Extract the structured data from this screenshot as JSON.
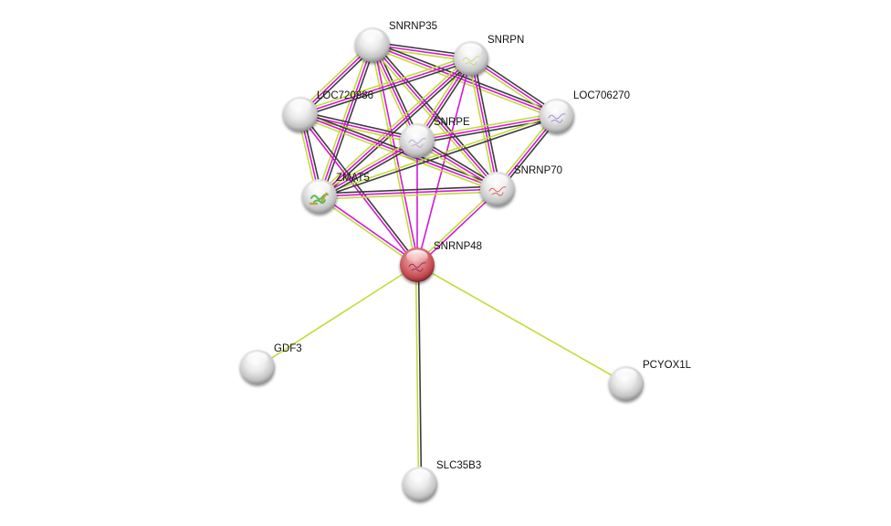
{
  "diagram": {
    "type": "protein-interaction-network",
    "edge_colors": {
      "coexpression": "#3c3c3c",
      "experiments": "#d418d4",
      "textmining": "#c2dc3a"
    },
    "node_colors": {
      "query": "#d46a6e",
      "default": "#e6e6e6"
    },
    "nodes": [
      {
        "id": "SNRNP35",
        "label": "SNRNP35",
        "query": false,
        "structure": false
      },
      {
        "id": "SNRPN",
        "label": "SNRPN",
        "query": false,
        "structure": true,
        "structure_color": "#c8d46a"
      },
      {
        "id": "LOC720986",
        "label": "LOC720986",
        "query": false,
        "structure": false
      },
      {
        "id": "LOC706270",
        "label": "LOC706270",
        "query": false,
        "structure": true,
        "structure_color": "#9a7ac8"
      },
      {
        "id": "SNRPE",
        "label": "SNRPE",
        "query": false,
        "structure": true,
        "structure_color": "#b09ad0"
      },
      {
        "id": "ZMAT5",
        "label": "ZMAT5",
        "query": false,
        "structure": true,
        "structure_color": "#3cb43c"
      },
      {
        "id": "SNRNP70",
        "label": "SNRNP70",
        "query": false,
        "structure": true,
        "structure_color": "#d84a4a"
      },
      {
        "id": "SNRNP48",
        "label": "SNRNP48",
        "query": true,
        "structure": true,
        "structure_color": "#8a2050"
      },
      {
        "id": "GDF3",
        "label": "GDF3",
        "query": false,
        "structure": false
      },
      {
        "id": "PCYOX1L",
        "label": "PCYOX1L",
        "query": false,
        "structure": false
      },
      {
        "id": "SLC35B3",
        "label": "SLC35B3",
        "query": false,
        "structure": false
      }
    ],
    "edges": [
      {
        "a": "SNRNP35",
        "b": "SNRPN",
        "types": [
          "coexpression",
          "experiments",
          "textmining"
        ]
      },
      {
        "a": "SNRNP35",
        "b": "LOC720986",
        "types": [
          "coexpression",
          "experiments",
          "textmining"
        ]
      },
      {
        "a": "SNRNP35",
        "b": "LOC706270",
        "types": [
          "coexpression",
          "experiments",
          "textmining"
        ]
      },
      {
        "a": "SNRNP35",
        "b": "SNRPE",
        "types": [
          "coexpression",
          "experiments",
          "textmining"
        ]
      },
      {
        "a": "SNRNP35",
        "b": "ZMAT5",
        "types": [
          "coexpression",
          "experiments",
          "textmining"
        ]
      },
      {
        "a": "SNRNP35",
        "b": "SNRNP70",
        "types": [
          "coexpression",
          "experiments",
          "textmining"
        ]
      },
      {
        "a": "SNRNP35",
        "b": "SNRNP48",
        "types": [
          "experiments",
          "textmining"
        ]
      },
      {
        "a": "SNRPN",
        "b": "LOC720986",
        "types": [
          "coexpression",
          "experiments",
          "textmining"
        ]
      },
      {
        "a": "SNRPN",
        "b": "LOC706270",
        "types": [
          "coexpression",
          "experiments",
          "textmining"
        ]
      },
      {
        "a": "SNRPN",
        "b": "SNRPE",
        "types": [
          "coexpression",
          "experiments",
          "textmining"
        ]
      },
      {
        "a": "SNRPN",
        "b": "ZMAT5",
        "types": [
          "coexpression",
          "experiments",
          "textmining"
        ]
      },
      {
        "a": "SNRPN",
        "b": "SNRNP70",
        "types": [
          "coexpression",
          "experiments",
          "textmining"
        ]
      },
      {
        "a": "SNRPN",
        "b": "SNRNP48",
        "types": [
          "experiments"
        ]
      },
      {
        "a": "LOC720986",
        "b": "SNRPE",
        "types": [
          "coexpression",
          "experiments",
          "textmining"
        ]
      },
      {
        "a": "LOC720986",
        "b": "ZMAT5",
        "types": [
          "coexpression",
          "experiments",
          "textmining"
        ]
      },
      {
        "a": "LOC720986",
        "b": "SNRNP70",
        "types": [
          "coexpression",
          "experiments",
          "textmining"
        ]
      },
      {
        "a": "LOC720986",
        "b": "SNRNP48",
        "types": [
          "coexpression",
          "experiments"
        ]
      },
      {
        "a": "LOC706270",
        "b": "SNRPE",
        "types": [
          "coexpression",
          "experiments",
          "textmining"
        ]
      },
      {
        "a": "LOC706270",
        "b": "SNRNP70",
        "types": [
          "coexpression",
          "experiments",
          "textmining"
        ]
      },
      {
        "a": "LOC706270",
        "b": "ZMAT5",
        "types": [
          "coexpression",
          "textmining"
        ]
      },
      {
        "a": "SNRPE",
        "b": "ZMAT5",
        "types": [
          "coexpression",
          "experiments",
          "textmining"
        ]
      },
      {
        "a": "SNRPE",
        "b": "SNRNP70",
        "types": [
          "coexpression",
          "experiments",
          "textmining"
        ]
      },
      {
        "a": "SNRPE",
        "b": "SNRNP48",
        "types": [
          "experiments"
        ]
      },
      {
        "a": "ZMAT5",
        "b": "SNRNP70",
        "types": [
          "coexpression",
          "experiments",
          "textmining"
        ]
      },
      {
        "a": "ZMAT5",
        "b": "SNRNP48",
        "types": [
          "experiments",
          "textmining"
        ]
      },
      {
        "a": "SNRNP70",
        "b": "SNRNP48",
        "types": [
          "experiments",
          "textmining"
        ]
      },
      {
        "a": "SNRNP48",
        "b": "GDF3",
        "types": [
          "textmining"
        ]
      },
      {
        "a": "SNRNP48",
        "b": "PCYOX1L",
        "types": [
          "textmining"
        ]
      },
      {
        "a": "SNRNP48",
        "b": "SLC35B3",
        "types": [
          "coexpression",
          "textmining"
        ]
      }
    ]
  }
}
